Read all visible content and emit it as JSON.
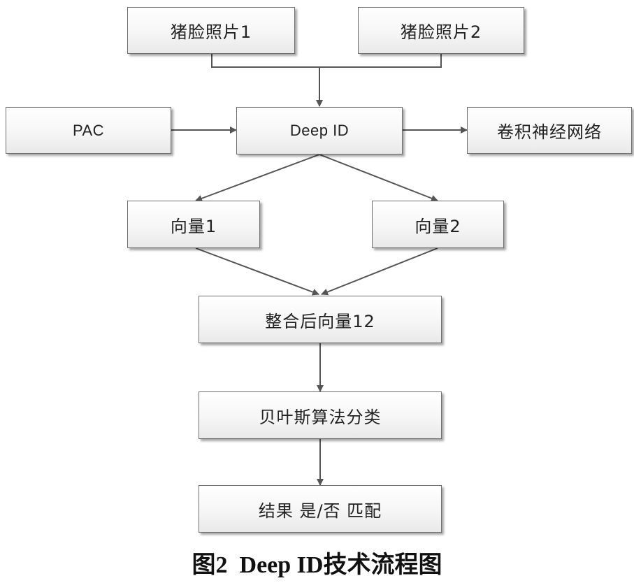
{
  "nodes": {
    "photo1": "猪脸照片1",
    "photo2": "猪脸照片2",
    "pac": "PAC",
    "deepid": "Deep ID",
    "cnn": "卷积神经网络",
    "vec1": "向量1",
    "vec2": "向量2",
    "merged": "整合后向量12",
    "bayes": "贝叶斯算法分类",
    "result": "结果 是/否 匹配"
  },
  "caption": {
    "label": "图2",
    "title": "Deep ID技术流程图"
  }
}
